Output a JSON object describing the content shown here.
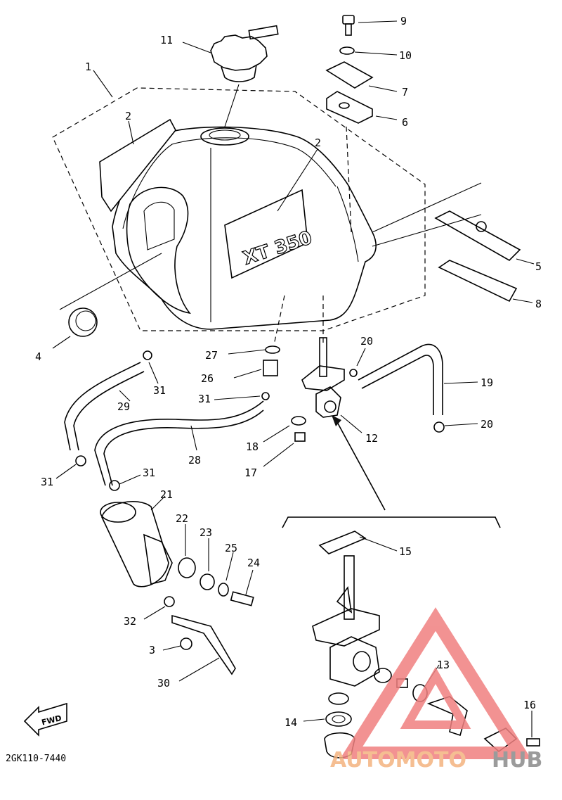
{
  "diagram": {
    "code": "2GK110-7440",
    "fwd_label": "FWD",
    "tank_badge_text": "XT 350",
    "part_numbers": [
      "1",
      "2",
      "2",
      "3",
      "4",
      "5",
      "6",
      "7",
      "8",
      "9",
      "10",
      "11",
      "12",
      "13",
      "14",
      "15",
      "16",
      "17",
      "18",
      "19",
      "20",
      "20",
      "21",
      "22",
      "23",
      "24",
      "25",
      "26",
      "27",
      "28",
      "29",
      "30",
      "31",
      "31",
      "31",
      "31",
      "32"
    ],
    "watermark": {
      "text_a": "AUTOMOTO",
      "text_b": "HUB",
      "color_a": "#f4b37f",
      "color_b": "#8a8a8a",
      "triangle_color": "#f08080"
    }
  }
}
